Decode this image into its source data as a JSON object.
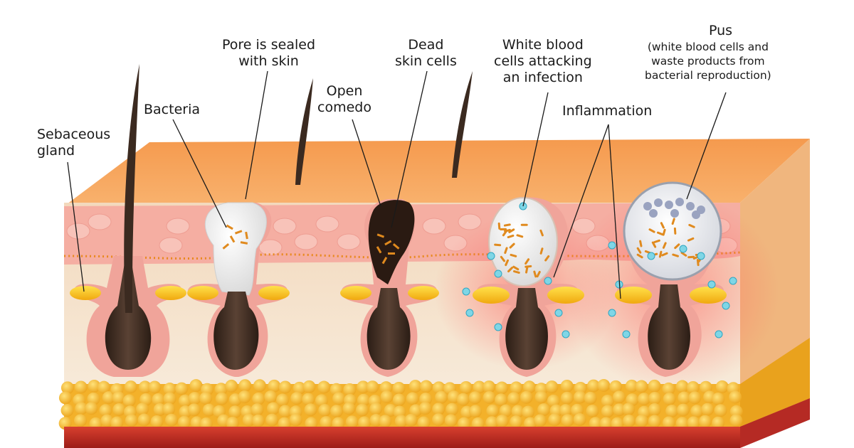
{
  "labels": {
    "sebaceous_gland": [
      "Sebaceous",
      "gland"
    ],
    "bacteria": [
      "Bacteria"
    ],
    "pore_sealed": [
      "Pore is sealed",
      "with skin"
    ],
    "open_comedo": [
      "Open",
      "comedo"
    ],
    "dead_skin": [
      "Dead",
      "skin cells"
    ],
    "white_blood": [
      "White blood",
      "cells attacking",
      "an infection"
    ],
    "inflammation": [
      "Inflammation"
    ],
    "pus_title": [
      "Pus"
    ],
    "pus_desc": [
      "(white blood cells and",
      "waste products from",
      "bacterial reproduction)"
    ]
  },
  "colors": {
    "skin_top": "#f6a35a",
    "skin_side": "#f7c89a",
    "epidermis": "#f5aaa0",
    "dermis": "#f6e3cc",
    "fat": "#f6c12f",
    "muscle": "#c8302a",
    "follicle": "#3b2a20",
    "sebum": "#f7c21a",
    "inflammation": "#ff6a6a",
    "white_blood_cell": "#7fd6e6",
    "bacteria": "#e08a1e",
    "pus": "#c9ccd8"
  }
}
